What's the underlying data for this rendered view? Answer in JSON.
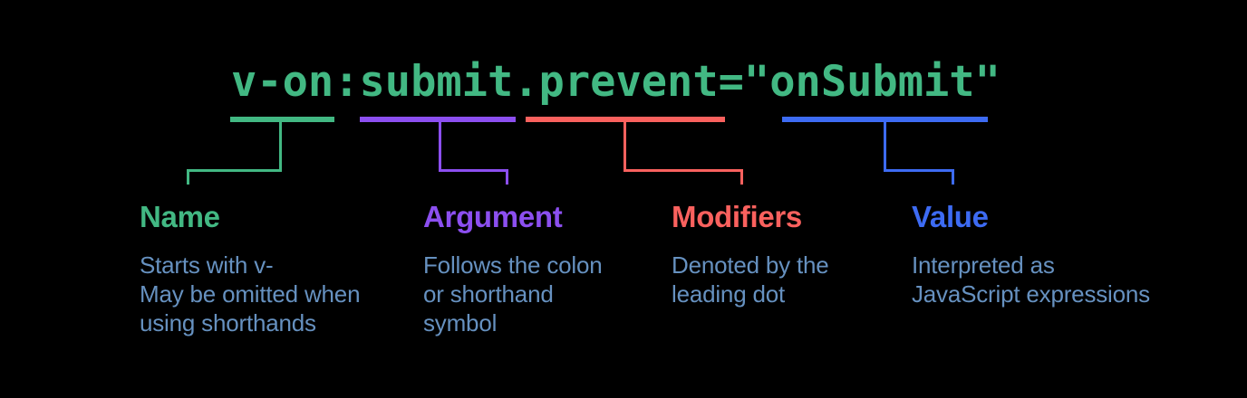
{
  "code": {
    "full_text": "v-on:submit.prevent=\"onSubmit\"",
    "segments": {
      "name": "v-on",
      "colon": ":",
      "argument": "submit",
      "modifiers": ".prevent",
      "equals_open_quote": "=\"",
      "value": "onSubmit",
      "close_quote": "\""
    }
  },
  "annotations": {
    "name": {
      "label": "Name",
      "description": "Starts with v-\nMay be omitted when\nusing shorthands"
    },
    "argument": {
      "label": "Argument",
      "description": "Follows the colon\nor shorthand\nsymbol"
    },
    "modifiers": {
      "label": "Modifiers",
      "description": "Denoted by the\nleading dot"
    },
    "value": {
      "label": "Value",
      "description": "Interpreted as\nJavaScript expressions"
    }
  },
  "colors": {
    "background": "#000000",
    "code-green": "#42b883",
    "name": "#42b883",
    "argument": "#8c4ff0",
    "modifiers": "#fa615e",
    "value": "#3d6bf3",
    "description": "#6691c0"
  }
}
